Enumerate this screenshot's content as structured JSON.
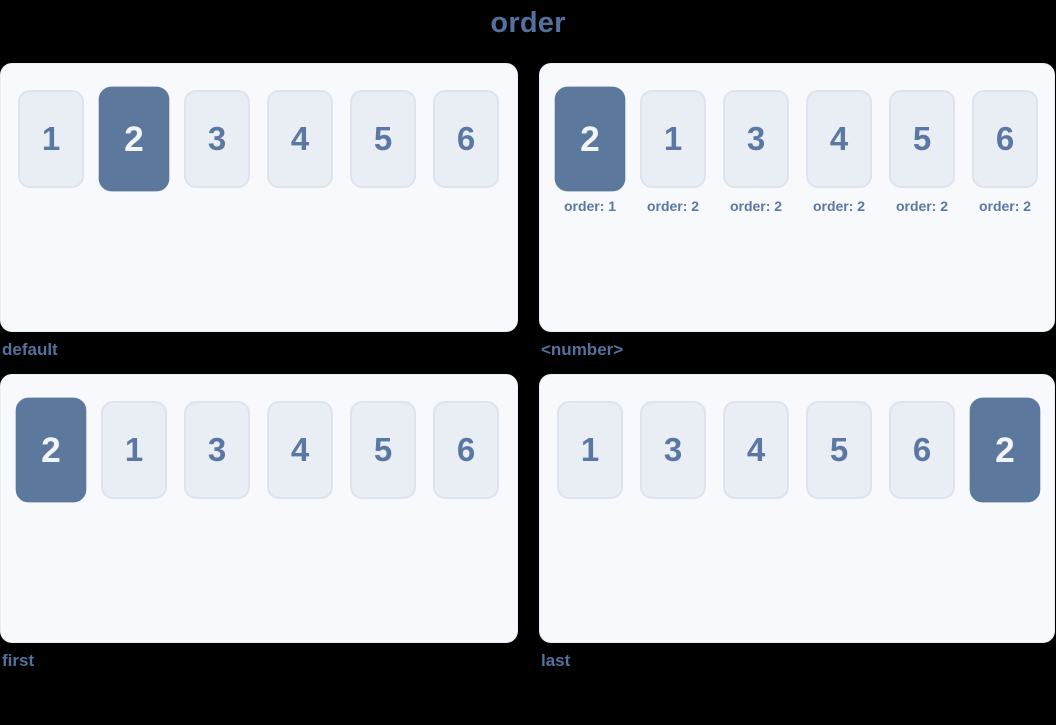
{
  "page": {
    "title": "order"
  },
  "colors": {
    "background": "#000000",
    "panel_background": "#f7f9fc",
    "panel_border": "#e9edf4",
    "box_background": "#e9eef5",
    "box_border": "#dde4ef",
    "box_text": "#5a78a3",
    "highlight_background": "#5c799d",
    "highlight_text": "#f1f5f9",
    "label_text": "#54719e"
  },
  "panels": [
    {
      "label": "default",
      "items": [
        {
          "value": "1",
          "highlighted": false
        },
        {
          "value": "2",
          "highlighted": true
        },
        {
          "value": "3",
          "highlighted": false
        },
        {
          "value": "4",
          "highlighted": false
        },
        {
          "value": "5",
          "highlighted": false
        },
        {
          "value": "6",
          "highlighted": false
        }
      ]
    },
    {
      "label": "<number>",
      "items": [
        {
          "value": "2",
          "highlighted": true,
          "caption": "order: 1"
        },
        {
          "value": "1",
          "highlighted": false,
          "caption": "order: 2"
        },
        {
          "value": "3",
          "highlighted": false,
          "caption": "order: 2"
        },
        {
          "value": "4",
          "highlighted": false,
          "caption": "order: 2"
        },
        {
          "value": "5",
          "highlighted": false,
          "caption": "order: 2"
        },
        {
          "value": "6",
          "highlighted": false,
          "caption": "order: 2"
        }
      ]
    },
    {
      "label": "first",
      "items": [
        {
          "value": "2",
          "highlighted": true
        },
        {
          "value": "1",
          "highlighted": false
        },
        {
          "value": "3",
          "highlighted": false
        },
        {
          "value": "4",
          "highlighted": false
        },
        {
          "value": "5",
          "highlighted": false
        },
        {
          "value": "6",
          "highlighted": false
        }
      ]
    },
    {
      "label": "last",
      "items": [
        {
          "value": "1",
          "highlighted": false
        },
        {
          "value": "3",
          "highlighted": false
        },
        {
          "value": "4",
          "highlighted": false
        },
        {
          "value": "5",
          "highlighted": false
        },
        {
          "value": "6",
          "highlighted": false
        },
        {
          "value": "2",
          "highlighted": true
        }
      ]
    }
  ]
}
